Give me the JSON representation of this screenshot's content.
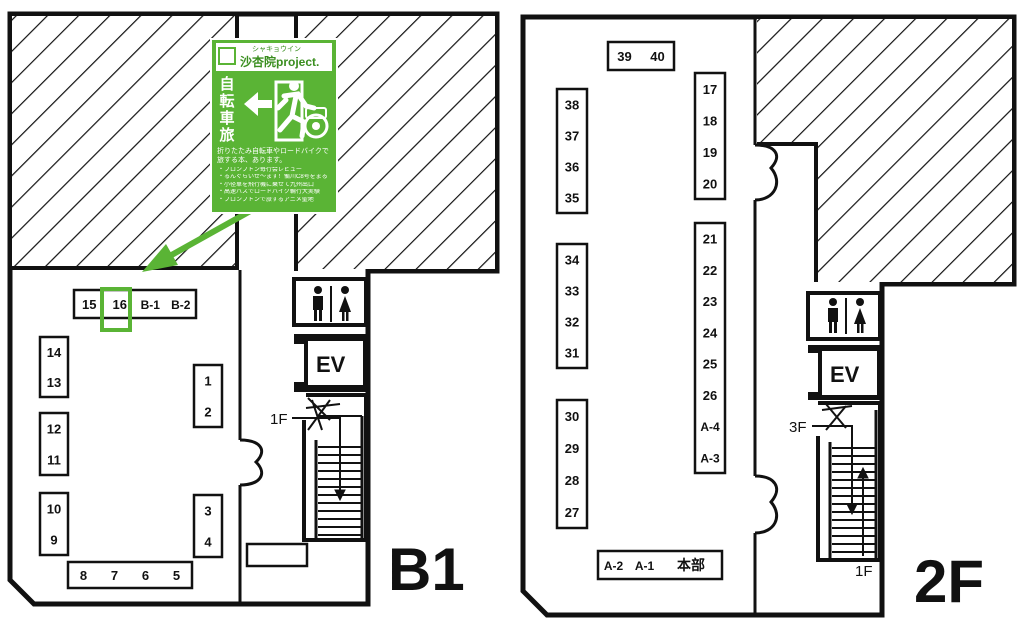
{
  "floors": {
    "b1": {
      "name": "B1",
      "booths": {
        "b15": "15",
        "b16": "16",
        "bB1": "B-1",
        "bB2": "B-2",
        "b14": "14",
        "b13": "13",
        "b12": "12",
        "b11": "11",
        "b10": "10",
        "b9": "9",
        "b1": "1",
        "b2": "2",
        "b3": "3",
        "b4": "4",
        "b8": "8",
        "b7": "7",
        "b6": "6",
        "b5": "5"
      },
      "elevator": "EV",
      "stairs_label": "1F",
      "highlighted_booth": "16"
    },
    "f2": {
      "name": "2F",
      "booths": {
        "b39": "39",
        "b40": "40",
        "b38": "38",
        "b37": "37",
        "b36": "36",
        "b35": "35",
        "b34": "34",
        "b33": "33",
        "b32": "32",
        "b31": "31",
        "b30": "30",
        "b29": "29",
        "b28": "28",
        "b27": "27",
        "b17": "17",
        "b18": "18",
        "b19": "19",
        "b20": "20",
        "b21": "21",
        "b22": "22",
        "b23": "23",
        "b24": "24",
        "b25": "25",
        "b26": "26",
        "bA4": "A-4",
        "bA3": "A-3",
        "bA2": "A-2",
        "bA1": "A-1",
        "hq": "本部"
      },
      "elevator": "EV",
      "stairs_up_label": "3F",
      "stairs_down_label": "1F"
    }
  },
  "promo": {
    "ruby": "シャキョウイン",
    "title": "沙杏院project.",
    "vertical_title": "自転車旅",
    "description": "折りたたみ自転車やロードバイクで旅する本、あります。",
    "bullets": [
      "・プロンプトン毎行会レビュー",
      "・るんぐらいぜ〜ます！備川C8号をまる",
      "・小径車を飛行機に乗せて九州出口",
      "・高速バスでロードバイク輪行大実験",
      "・プロンプトンで旅するアニメ聖地"
    ]
  },
  "colors": {
    "accent_green": "#5ab435",
    "walls": "#111111",
    "background": "#ffffff"
  },
  "icons": [
    "toilet-icon",
    "emergency-exit-icon",
    "arrow-left-icon"
  ]
}
